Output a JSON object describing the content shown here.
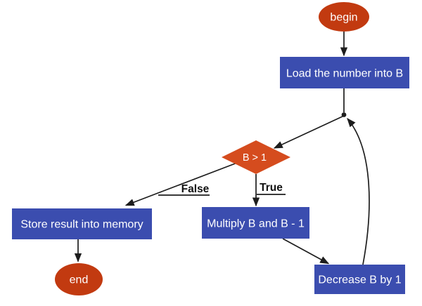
{
  "diagram": {
    "nodes": {
      "begin": {
        "label": "begin"
      },
      "load": {
        "label": "Load the number into B"
      },
      "decision": {
        "label": "B > 1"
      },
      "store": {
        "label": "Store result into memory"
      },
      "multiply": {
        "label": "Multiply B and B - 1"
      },
      "decrease": {
        "label": "Decrease B by 1"
      },
      "end": {
        "label": "end"
      }
    },
    "edge_labels": {
      "false_branch": "False",
      "true_branch": "True"
    },
    "colors": {
      "terminal_fill": "#c23a10",
      "process_fill": "#3b4daf",
      "decision_fill": "#d54c1e",
      "node_text": "#ffffff",
      "edge": "#1d1d1d",
      "edge_label_text": "#111111",
      "background": "#ffffff"
    }
  }
}
